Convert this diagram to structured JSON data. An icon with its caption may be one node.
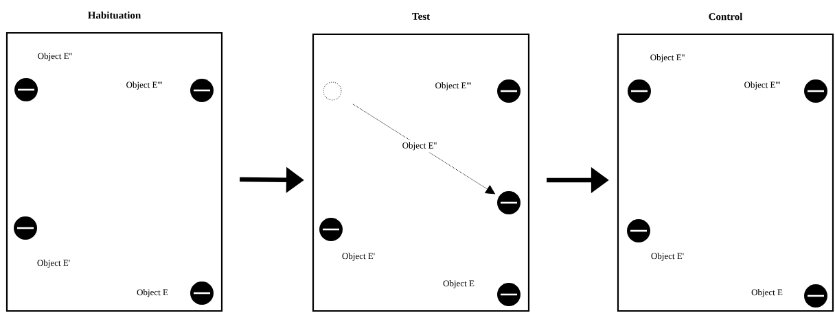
{
  "diagram": {
    "nodes": [
      {
        "text": [
          "Habituation"
        ]
      },
      {
        "text": [],
        "shape": "disc",
        "in": 0,
        "beside": [
          "Object E''"
        ]
      },
      {
        "text": [],
        "shape": "disc",
        "in": 0,
        "beside": [
          "Object E'''"
        ]
      },
      {
        "text": [],
        "shape": "disc",
        "in": 0,
        "beside": [
          "Object E'"
        ]
      },
      {
        "text": [],
        "shape": "disc",
        "in": 0,
        "beside": [
          "Object E"
        ]
      },
      {
        "text": [
          "Test"
        ]
      },
      {
        "text": [],
        "shape": "circle",
        "in": 5
      },
      {
        "text": [],
        "shape": "disc",
        "in": 5,
        "beside": [
          "Object E'''"
        ]
      },
      {
        "text": [],
        "shape": "disc",
        "in": 5
      },
      {
        "text": [],
        "shape": "disc",
        "in": 5,
        "beside": [
          "Object E'"
        ]
      },
      {
        "text": [],
        "shape": "disc",
        "in": 5,
        "beside": [
          "Object E"
        ]
      },
      {
        "text": [
          "Control"
        ]
      },
      {
        "text": [],
        "shape": "disc",
        "in": 11,
        "beside": [
          "Object E''"
        ]
      },
      {
        "text": [],
        "shape": "disc",
        "in": 11,
        "beside": [
          "Object E'''"
        ]
      },
      {
        "text": [],
        "shape": "disc",
        "in": 11,
        "beside": [
          "Object E'"
        ]
      },
      {
        "text": [],
        "shape": "disc",
        "in": 11,
        "beside": [
          "Object E"
        ]
      }
    ],
    "edges": [
      {
        "from": 0,
        "to": 5,
        "arrow": "to"
      },
      {
        "from": 5,
        "to": 11,
        "arrow": "to"
      },
      {
        "from": 6,
        "to": 8,
        "arrow": "to",
        "style": "dashed",
        "label": "Object E''"
      }
    ]
  }
}
